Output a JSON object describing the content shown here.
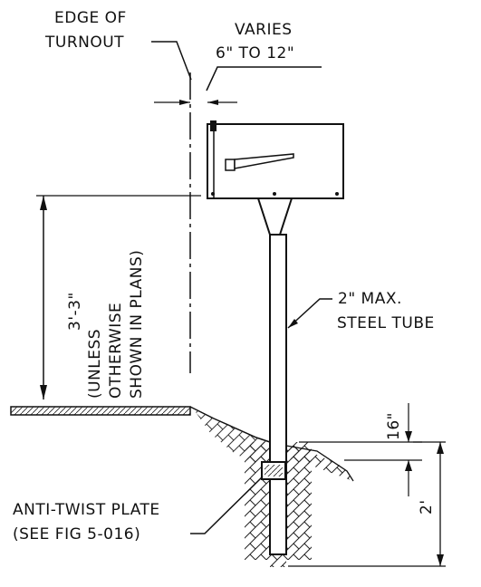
{
  "labels": {
    "edge_line1": "EDGE OF",
    "edge_line2": "TURNOUT",
    "varies_line1": "VARIES",
    "varies_line2": "6\" TO 12\"",
    "height_dim": "3'-3\"",
    "note_line1": "(UNLESS",
    "note_line2": "OTHERWISE",
    "note_line3": "SHOWN IN PLANS)",
    "tube_line1": "2\" MAX.",
    "tube_line2": "STEEL   TUBE",
    "depth_16": "16\"",
    "depth_2ft": "2'",
    "plate_line1": "ANTI-TWIST PLATE",
    "plate_line2": "(SEE FIG 5-016)"
  }
}
